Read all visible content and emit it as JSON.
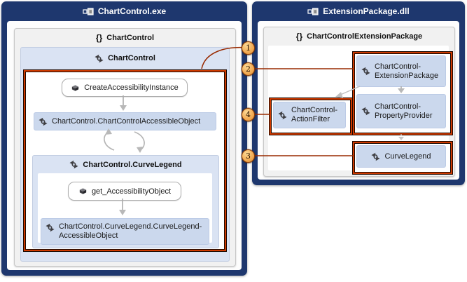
{
  "left_assembly": {
    "title": "ChartControl.exe",
    "namespace_icon": "{}",
    "namespace": "ChartControl",
    "class_name": "ChartControl",
    "method_create": "CreateAccessibilityInstance",
    "node_accessible_object": "ChartControl.ChartControlAccessibleObject",
    "nested_class": "ChartControl.CurveLegend",
    "method_get": "get_AccessibilityObject",
    "node_curvelegend_accessible": "ChartControl.CurveLegend.CurveLegend-\nAccessibleObject"
  },
  "right_assembly": {
    "title": "ExtensionPackage.dll",
    "namespace_icon": "{}",
    "namespace": "ChartControlExtensionPackage",
    "node_extension_package": "ChartControl-\nExtensionPackage",
    "node_property_provider": "ChartControl-\nPropertyProvider",
    "node_action_filter": "ChartControl-\nActionFilter",
    "node_curve_legend": "CurveLegend"
  },
  "callouts": [
    {
      "label": "1"
    },
    {
      "label": "2"
    },
    {
      "label": "4"
    },
    {
      "label": "3"
    }
  ],
  "colors": {
    "assembly_frame": "#1E376E",
    "namespace_bg": "#F1F1F1",
    "group_bg": "#DAE3F3",
    "node_bg": "#CBD8ED",
    "selection_red": "#CF3A00",
    "connector_red": "#992A00",
    "callout_orange": "#F3AE58",
    "arrow_gray": "#ABABAB"
  }
}
